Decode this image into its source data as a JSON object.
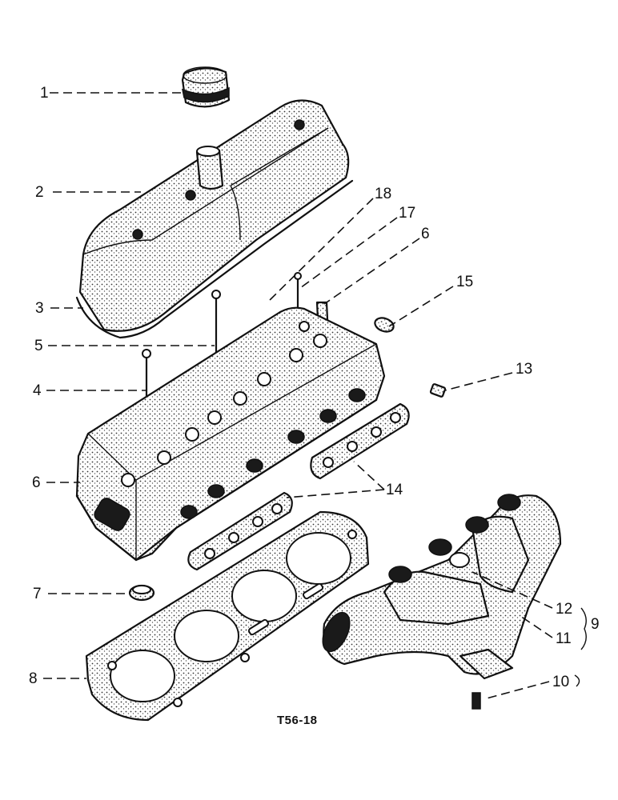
{
  "diagram": {
    "figure_code": "T56-18",
    "callouts": [
      {
        "id": "c1",
        "text": "1"
      },
      {
        "id": "c2",
        "text": "2"
      },
      {
        "id": "c3",
        "text": "3"
      },
      {
        "id": "c4",
        "text": "4"
      },
      {
        "id": "c5",
        "text": "5"
      },
      {
        "id": "c6a",
        "text": "6"
      },
      {
        "id": "c7",
        "text": "7"
      },
      {
        "id": "c8",
        "text": "8"
      },
      {
        "id": "c9",
        "text": "9"
      },
      {
        "id": "c10",
        "text": "10"
      },
      {
        "id": "c11",
        "text": "11"
      },
      {
        "id": "c12",
        "text": "12"
      },
      {
        "id": "c13",
        "text": "13"
      },
      {
        "id": "c14",
        "text": "14"
      },
      {
        "id": "c15",
        "text": "15"
      },
      {
        "id": "c6b",
        "text": "6"
      },
      {
        "id": "c17",
        "text": "17"
      },
      {
        "id": "c18",
        "text": "18"
      }
    ]
  }
}
